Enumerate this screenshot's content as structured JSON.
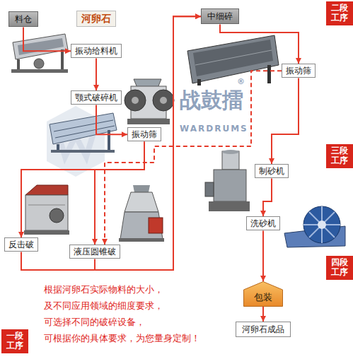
{
  "diagram": {
    "nodes": [
      {
        "text": [
          "料仓"
        ]
      },
      {
        "text": [
          "河卵石"
        ]
      },
      {
        "text": [
          "中细碎"
        ]
      },
      {
        "text": [
          "二段工序"
        ]
      },
      {
        "text": [
          "振动给料机"
        ]
      },
      {
        "text": [
          "振动筛"
        ]
      },
      {
        "text": [
          "颚式破碎机"
        ]
      },
      {
        "text": [
          "振动筛"
        ]
      },
      {
        "text": [
          "三段工序"
        ]
      },
      {
        "text": [
          "制砂机"
        ]
      },
      {
        "text": [
          "洗砂机"
        ]
      },
      {
        "text": [
          "反击破"
        ]
      },
      {
        "text": [
          "液压圆锥破"
        ]
      },
      {
        "text": [
          "四段工序"
        ]
      },
      {
        "text": [
          "包装"
        ]
      },
      {
        "text": [
          "河卵石成品"
        ]
      },
      {
        "text": [
          "一段工序"
        ]
      }
    ],
    "edges": [
      {
        "from": 0,
        "to": 4,
        "arrow": "to"
      },
      {
        "from": 4,
        "to": 6,
        "arrow": "to"
      },
      {
        "from": 6,
        "to": 7,
        "arrow": "to"
      },
      {
        "from": 7,
        "to": 11,
        "arrow": "to"
      },
      {
        "from": 7,
        "to": 12,
        "arrow": "to"
      },
      {
        "from": 11,
        "to": 2,
        "arrow": "to"
      },
      {
        "from": 12,
        "to": 2,
        "arrow": "to"
      },
      {
        "from": 2,
        "to": 5,
        "arrow": "to"
      },
      {
        "from": 5,
        "to": 9,
        "arrow": "to"
      },
      {
        "from": 5,
        "to": 12,
        "arrow": "to"
      },
      {
        "from": 9,
        "to": 10,
        "arrow": "to"
      },
      {
        "from": 10,
        "to": 14,
        "arrow": "to"
      },
      {
        "from": 14,
        "to": 15,
        "arrow": "to"
      }
    ],
    "labels": [
      "根据河卵石实际物料的大小，",
      "及不同应用领域的细度要求，",
      "可选择不同的破碎设备，",
      "可根据你的具体要求，为您量身定制！",
      "战鼓擂",
      "WARDRUMS",
      "®"
    ]
  }
}
